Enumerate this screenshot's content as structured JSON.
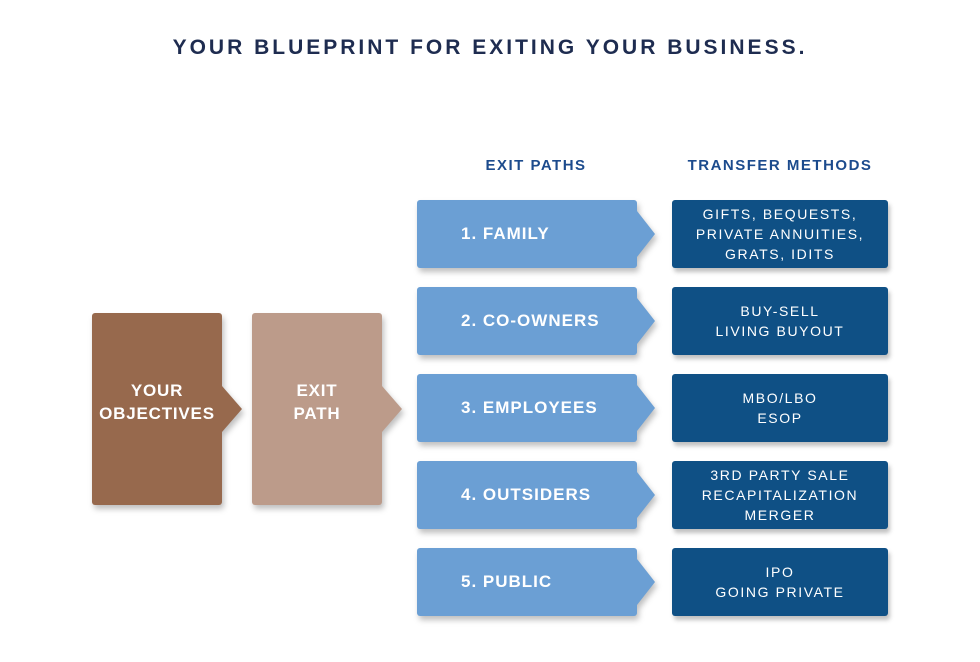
{
  "title": "YOUR BLUEPRINT FOR EXITING YOUR BUSINESS.",
  "columns": {
    "exit_paths_header": "EXIT PATHS",
    "transfer_methods_header": "TRANSFER METHODS"
  },
  "flow": {
    "objectives_box": {
      "lines": [
        "YOUR",
        "OBJECTIVES"
      ]
    },
    "exit_path_box": {
      "lines": [
        "EXIT",
        "PATH"
      ]
    }
  },
  "rows": [
    {
      "exit_path": "1. FAMILY",
      "transfer_methods": [
        "GIFTS, BEQUESTS,",
        "PRIVATE ANNUITIES,",
        "GRATS, IDITS"
      ]
    },
    {
      "exit_path": "2. CO-OWNERS",
      "transfer_methods": [
        "BUY-SELL",
        "LIVING BUYOUT"
      ]
    },
    {
      "exit_path": "3. EMPLOYEES",
      "transfer_methods": [
        "MBO/LBO",
        "ESOP"
      ]
    },
    {
      "exit_path": "4. OUTSIDERS",
      "transfer_methods": [
        "3RD PARTY SALE",
        "RECAPITALIZATION",
        "MERGER"
      ]
    },
    {
      "exit_path": "5. PUBLIC",
      "transfer_methods": [
        "IPO",
        "GOING PRIVATE"
      ]
    }
  ],
  "colors": {
    "title_text": "#1E2C50",
    "header_text": "#1C4B8D",
    "objectives_brown": "#97694D",
    "exit_path_tan": "#BC9B8A",
    "exit_path_blue": "#6B9FD4",
    "transfer_blue": "#0F5085",
    "box_text": "#FFFFFF"
  }
}
